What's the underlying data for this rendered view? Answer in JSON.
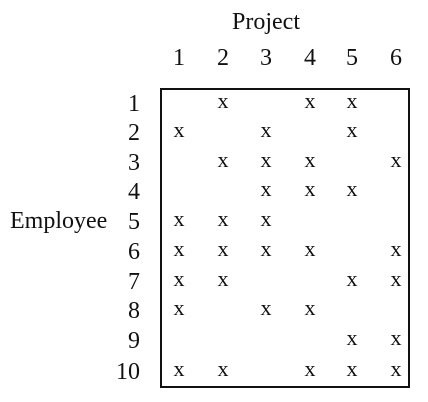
{
  "matrix": {
    "column_title": "Project",
    "row_title": "Employee",
    "mark": "x",
    "columns": [
      "1",
      "2",
      "3",
      "4",
      "5",
      "6"
    ],
    "rows": [
      "1",
      "2",
      "3",
      "4",
      "5",
      "6",
      "7",
      "8",
      "9",
      "10"
    ],
    "cells": [
      [
        0,
        1,
        0,
        1,
        1,
        0
      ],
      [
        1,
        0,
        1,
        0,
        1,
        0
      ],
      [
        0,
        1,
        1,
        1,
        0,
        1
      ],
      [
        0,
        0,
        1,
        1,
        1,
        0
      ],
      [
        1,
        1,
        1,
        0,
        0,
        0
      ],
      [
        1,
        1,
        1,
        1,
        0,
        1
      ],
      [
        1,
        1,
        0,
        0,
        1,
        1
      ],
      [
        1,
        0,
        1,
        1,
        0,
        0
      ],
      [
        0,
        0,
        0,
        0,
        1,
        1
      ],
      [
        1,
        1,
        0,
        1,
        1,
        1
      ]
    ]
  }
}
